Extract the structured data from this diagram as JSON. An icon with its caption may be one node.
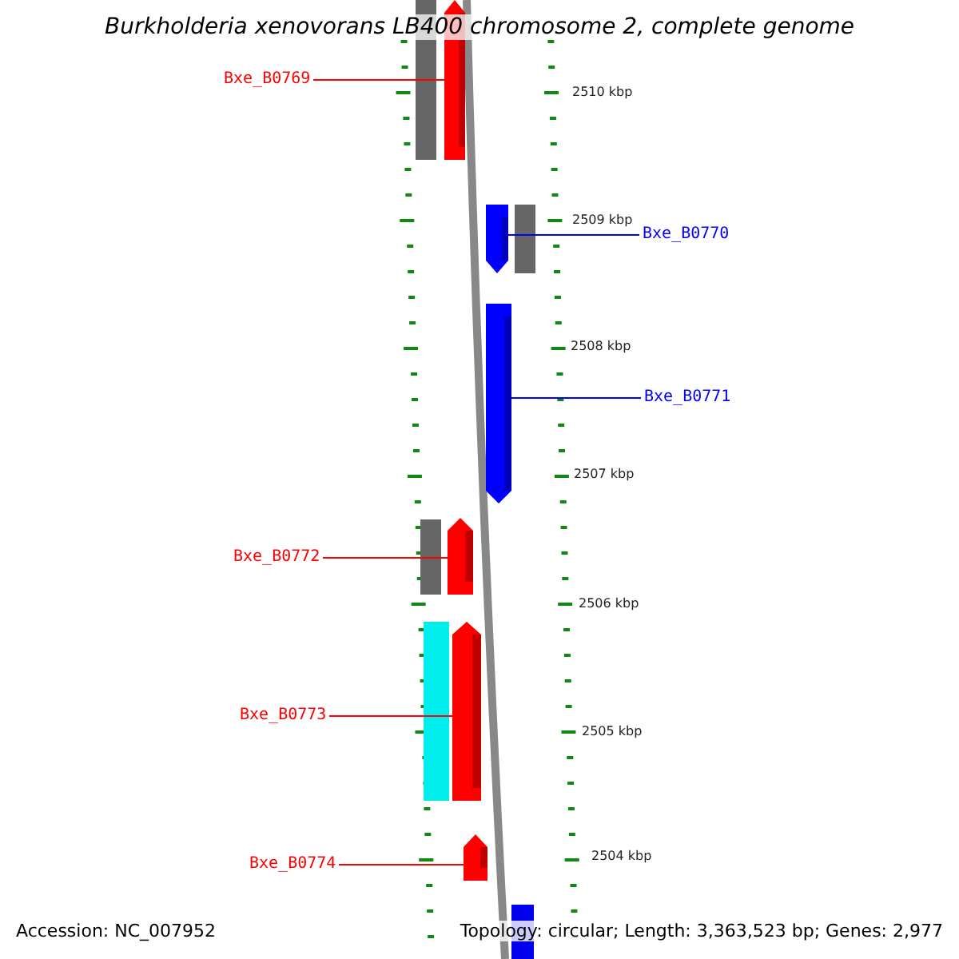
{
  "diagram": {
    "title": "Burkholderia xenovorans LB400 chromosome 2, complete genome",
    "nodes": [
      {
        "text": [
          "Bxe_B0769"
        ]
      },
      {
        "text": [],
        "shape": "bar"
      },
      {
        "text": [
          "Bxe_B0770"
        ]
      },
      {
        "text": [],
        "shape": "bar"
      },
      {
        "text": [
          "Bxe_B0771"
        ]
      },
      {
        "text": [],
        "shape": "bar"
      },
      {
        "text": [
          "Bxe_B0772"
        ]
      },
      {
        "text": [],
        "shape": "bar"
      },
      {
        "text": [
          "Bxe_B0773"
        ]
      },
      {
        "text": [],
        "shape": "bar"
      },
      {
        "text": [
          "Bxe_B0774"
        ]
      },
      {
        "text": [],
        "shape": "bar"
      }
    ],
    "edges": [
      {
        "from": 0,
        "to": 1,
        "arrow": "none"
      },
      {
        "from": 2,
        "to": 3,
        "arrow": "none",
        "color": "#0000ff"
      },
      {
        "from": 4,
        "to": 5,
        "arrow": "none",
        "color": "#0000ff"
      },
      {
        "from": 6,
        "to": 7,
        "arrow": "none"
      },
      {
        "from": 8,
        "to": 9,
        "arrow": "none"
      },
      {
        "from": 10,
        "to": 11,
        "arrow": "none"
      }
    ],
    "labels": [
      "2510 kbp",
      "2509 kbp",
      "2508 kbp",
      "2507 kbp",
      "2506 kbp",
      "2505 kbp",
      "2504 kbp",
      "Accession: NC_007952",
      "Topology: circular; Length: 3,363,523 bp; Genes: 2,977"
    ]
  }
}
